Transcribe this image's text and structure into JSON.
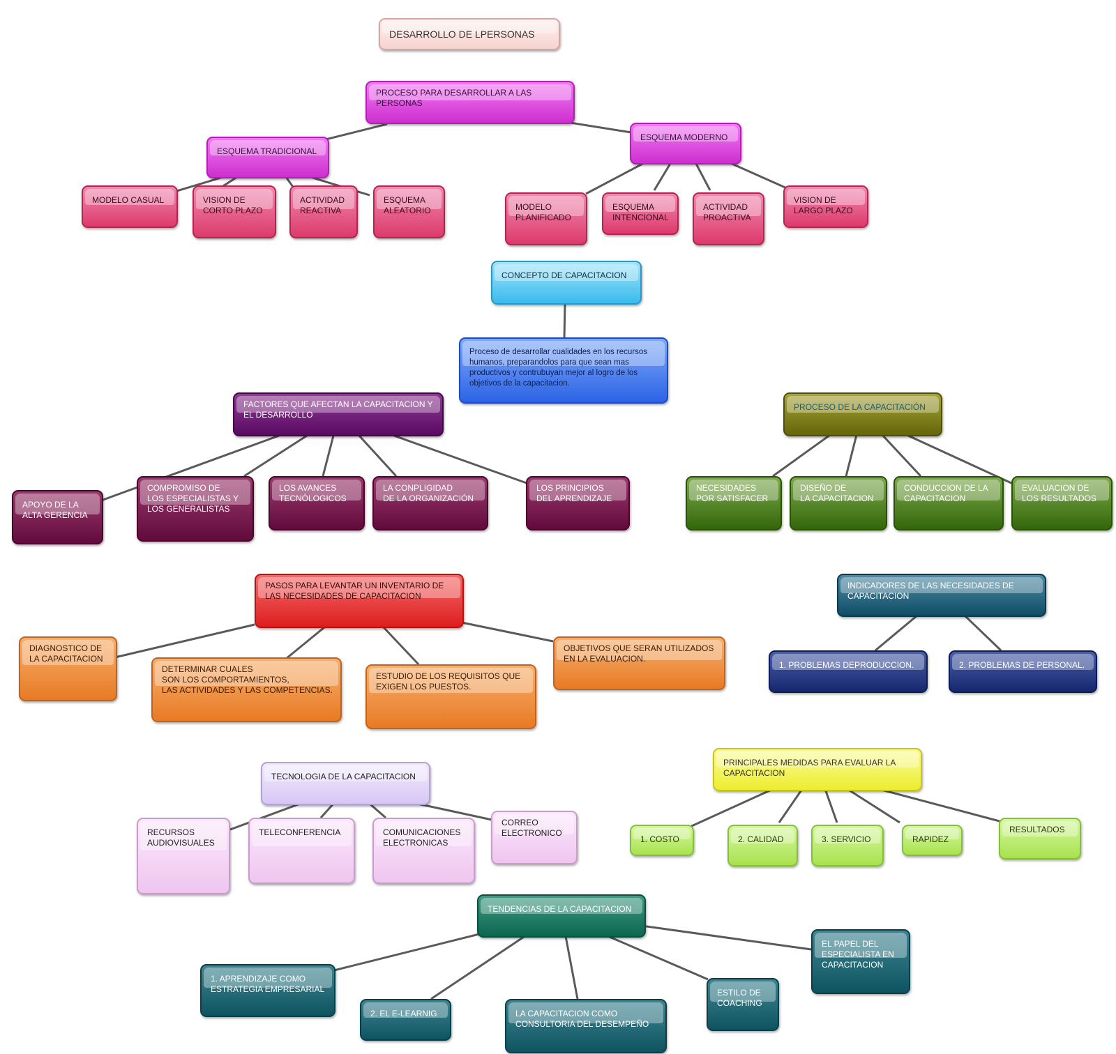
{
  "nodes": {
    "title": "DESARROLLO DE LPERSONAS",
    "proceso": "PROCESO PARA DESARROLLAR A LAS\nPERSONAS",
    "esquema_tradicional": "ESQUEMA TRADICIONAL",
    "esquema_moderno": "ESQUEMA MODERNO",
    "modelo_casual": "MODELO CASUAL",
    "vision_corto": "VISION DE\nCORTO PLAZO",
    "actividad_reactiva": "ACTIVIDAD\nREACTIVA",
    "esquema_aleatorio": "ESQUEMA\nALEATORIO",
    "modelo_planificado": "MODELO\nPLANIFICADO",
    "esquema_intencional": "ESQUEMA\nINTENCIONAL",
    "actividad_proactiva": "ACTIVIDAD\nPROACTIVA",
    "vision_largo": "VISION DE\nLARGO PLAZO",
    "concepto": "CONCEPTO DE CAPACITACION",
    "definicion": "Proceso de desarrollar cualidades en los recursos humanos, preparandolos para que sean mas productivos y contrubuyan mejor al logro de los objetivos de la capacitacion.",
    "factores": "FACTORES QUE AFECTAN LA CAPACITACION Y\nEL DESARROLLO",
    "apoyo": "APOYO DE LA\nALTA GERENCIA",
    "compromiso": "COMPROMISO DE\nLOS ESPECIALISTAS Y\nLOS GENERALISTAS",
    "avances": "LOS AVANCES\nTECNÓLOGICOS",
    "complejidad": "LA CONPLIGIDAD\nDE LA ORGANIZACIÓN",
    "principios": "LOS PRINCIPIOS\nDEL APRENDIZAJE",
    "proceso_cap": "PROCESO  DE LA CAPACITACIÓN",
    "necesidades": "NECESIDADES\nPOR SATISFACER",
    "diseno": "DISEÑO DE\nLA CAPACITACION",
    "conduccion": "CONDUCCION DE LA\nCAPACITACION",
    "evaluacion": "EVALUACION DE\nLOS RESULTADOS",
    "pasos": "PASOS PARA LEVANTAR UN INVENTARIO DE\nLAS NECESIDADES DE CAPACITACION",
    "diagnostico": "DIAGNOSTICO DE\nLA CAPACITACION",
    "determinar": "DETERMINAR CUALES\nSON LOS COMPORTAMIENTOS,\nLAS ACTIVIDADES Y LAS COMPETENCIAS.",
    "estudio": "ESTUDIO DE LOS REQUISITOS QUE\nEXIGEN LOS PUESTOS.",
    "objetivos": "OBJETIVOS QUE SERAN UTILIZADOS\nEN LA EVALUACION.",
    "indicadores": "INDICADORES DE LAS NECESIDADES DE\nCAPACITACION",
    "prob_produccion": "1. PROBLEMAS DEPRODUCCION.",
    "prob_personal": "2. PROBLEMAS DE PERSONAL.",
    "tecnologia": "TECNOLOGIA DE LA CAPACITACION",
    "recursos": "RECURSOS\nAUDIOVISUALES",
    "teleconferencia": "TELECONFERENCIA",
    "comunicaciones": "COMUNICACIONES\nELECTRONICAS",
    "correo": "CORREO\nELECTRONICO",
    "medidas": "PRINCIPALES MEDIDAS PARA EVALUAR LA\nCAPACITACION",
    "costo": "1. COSTO",
    "calidad": "2. CALIDAD",
    "servicio": "3. SERVICIO",
    "rapidez": "RAPIDEZ",
    "resultados": "RESULTADOS",
    "tendencias": "TENDENCIAS DE LA CAPACITACION",
    "aprendizaje": "1. APRENDIZAJE COMO\nESTRATEGIA EMPRESARIAL",
    "elearning": "2. EL E-LEARNIG",
    "consultoria": "LA CAPACITACION COMO\nCONSULTORIA DEL DESEMPEÑO",
    "coaching": "ESTILO DE\nCOACHING",
    "papel": "EL PAPEL DEL\nESPECIALISTA EN\nCAPACITACION"
  }
}
